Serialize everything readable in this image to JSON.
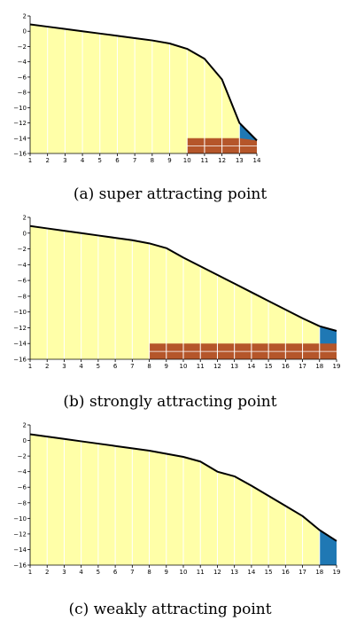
{
  "colors": {
    "fill": "#ffffa8",
    "stripe": "#ffffff",
    "line": "#000000",
    "brown": "#b5562a",
    "blue": "#1f78b4"
  },
  "chart_data": [
    {
      "type": "area",
      "caption": "(a) super attracting point",
      "x": [
        1,
        2,
        3,
        4,
        5,
        6,
        7,
        8,
        9,
        10,
        11,
        12,
        13,
        14
      ],
      "y": [
        0.9,
        0.6,
        0.3,
        0.0,
        -0.3,
        -0.6,
        -0.9,
        -1.2,
        -1.6,
        -2.3,
        -3.6,
        -6.3,
        -12.0,
        -14.3
      ],
      "xlim": [
        1,
        14
      ],
      "ylim": [
        -16,
        2
      ],
      "xticks": [
        "1",
        "2",
        "3",
        "4",
        "5",
        "6",
        "7",
        "8",
        "9",
        "10",
        "11",
        "12",
        "13",
        "14"
      ],
      "yticks": [
        "2",
        "0",
        "−2",
        "−4",
        "−6",
        "−8",
        "−10",
        "−12",
        "−14",
        "−16"
      ],
      "brown_blocks": {
        "x_start": 10,
        "x_end": 14,
        "top": -14,
        "bottom": -16
      },
      "blue_region": {
        "x_start": 13,
        "x_end": 14
      }
    },
    {
      "type": "area",
      "caption": "(b) strongly attracting point",
      "x": [
        1,
        2,
        3,
        4,
        5,
        6,
        7,
        8,
        9,
        10,
        11,
        12,
        13,
        14,
        15,
        16,
        17,
        18,
        19
      ],
      "y": [
        0.9,
        0.6,
        0.3,
        0.0,
        -0.3,
        -0.6,
        -0.9,
        -1.3,
        -1.9,
        -3.1,
        -4.2,
        -5.3,
        -6.4,
        -7.5,
        -8.6,
        -9.7,
        -10.8,
        -11.8,
        -12.4
      ],
      "xlim": [
        1,
        19
      ],
      "ylim": [
        -16,
        2
      ],
      "xticks": [
        "1",
        "2",
        "3",
        "4",
        "5",
        "6",
        "7",
        "8",
        "9",
        "10",
        "11",
        "12",
        "13",
        "14",
        "15",
        "16",
        "17",
        "18",
        "19"
      ],
      "yticks": [
        "2",
        "0",
        "−2",
        "−4",
        "−6",
        "−8",
        "−10",
        "−12",
        "−14",
        "−16"
      ],
      "brown_blocks": {
        "x_start": 8,
        "x_end": 19,
        "top": -14,
        "bottom": -16
      },
      "blue_region": {
        "x_start": 18,
        "x_end": 19
      }
    },
    {
      "type": "area",
      "caption": "(c) weakly attracting point",
      "x": [
        1,
        2,
        3,
        4,
        5,
        6,
        7,
        8,
        9,
        10,
        11,
        12,
        13,
        14,
        15,
        16,
        17,
        18,
        19
      ],
      "y": [
        0.8,
        0.5,
        0.2,
        -0.1,
        -0.4,
        -0.7,
        -1.0,
        -1.3,
        -1.7,
        -2.1,
        -2.7,
        -4.0,
        -4.6,
        -5.8,
        -7.1,
        -8.4,
        -9.7,
        -11.5,
        -12.9
      ],
      "xlim": [
        1,
        19
      ],
      "ylim": [
        -16,
        2
      ],
      "xticks": [
        "1",
        "2",
        "3",
        "4",
        "5",
        "6",
        "7",
        "8",
        "9",
        "10",
        "11",
        "12",
        "13",
        "14",
        "15",
        "16",
        "17",
        "18",
        "19"
      ],
      "yticks": [
        "2",
        "0",
        "−2",
        "−4",
        "−6",
        "−8",
        "−10",
        "−12",
        "−14",
        "−16"
      ],
      "brown_blocks": null,
      "blue_region": {
        "x_start": 18,
        "x_end": 19
      }
    }
  ]
}
